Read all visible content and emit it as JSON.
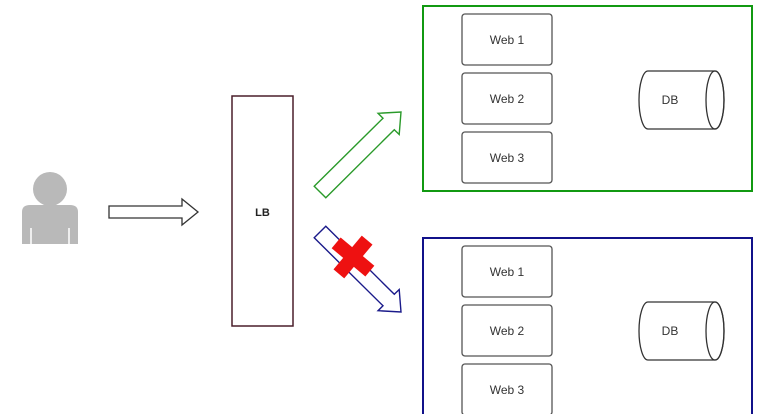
{
  "lb": {
    "label": "LB"
  },
  "clusters": [
    {
      "name": "green",
      "border_color": "#119911",
      "status": "active",
      "web_servers": [
        "Web 1",
        "Web 2",
        "Web 3"
      ],
      "db": "DB"
    },
    {
      "name": "blue",
      "border_color": "#11118a",
      "status": "blocked",
      "web_servers": [
        "Web 1",
        "Web 2",
        "Web 3"
      ],
      "db": "DB"
    }
  ],
  "icons": {
    "user": "user-icon",
    "block": "red-cross-icon"
  },
  "colors": {
    "lb_border": "#4a1e2a",
    "arrow_neutral": "#333333",
    "arrow_green": "#2a9a2a",
    "arrow_blue": "#1a1a8a",
    "block_mark": "#ee1111"
  }
}
